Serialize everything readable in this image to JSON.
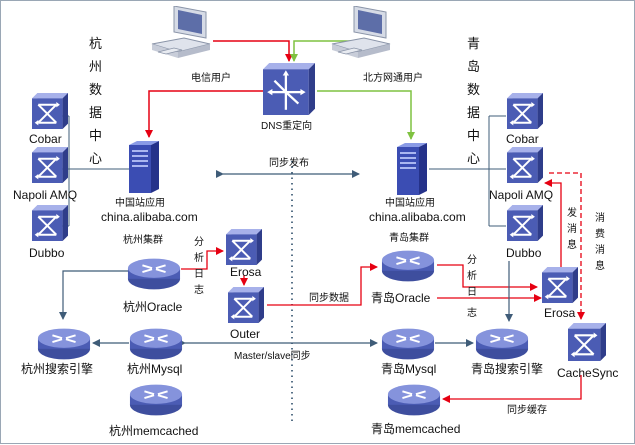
{
  "colors": {
    "red": "#e60012",
    "green": "#7fc241",
    "dark": "#2f4f6b",
    "node_fill": "#4a5aa8",
    "node_fill_light": "#7f8fd6",
    "server_fill": "#3a4cb0"
  },
  "users": {
    "telecom": "电信用户",
    "north": "北方网通用户"
  },
  "dns_label": "DNS重定向",
  "hangzhou": {
    "title_chars": [
      "杭",
      "州",
      "数",
      "据",
      "中",
      "心"
    ],
    "middleware": [
      "Cobar",
      "Napoli  AMQ",
      "Dubbo"
    ],
    "app_name": "中国站应用",
    "app_domain": "china.alibaba.com",
    "cluster": "杭州集群",
    "log_chars": [
      "分",
      "析",
      "日",
      "志"
    ],
    "erosa": "Erosa",
    "outer": "Outer",
    "oracle": "杭州Oracle",
    "mysql": "杭州Mysql",
    "search": "杭州搜索引擎",
    "memcached": "杭州memcached"
  },
  "qingdao": {
    "title_chars": [
      "青",
      "岛",
      "数",
      "据",
      "中",
      "心"
    ],
    "middleware": [
      "Cobar",
      "Napoli  AMQ",
      "Dubbo"
    ],
    "app_name": "中国站应用",
    "app_domain": "china.alibaba.com",
    "cluster": "青岛集群",
    "log_chars": [
      "分",
      "析",
      "日",
      "志"
    ],
    "send_msg_chars": [
      "发",
      "消",
      "息"
    ],
    "consume_msg_chars": [
      "消",
      "费",
      "消",
      "息"
    ],
    "erosa": "Erosa",
    "cachesync": "CacheSync",
    "oracle": "青岛Oracle",
    "mysql": "青岛Mysql",
    "search": "青岛搜索引擎",
    "memcached": "青岛memcached"
  },
  "links": {
    "sync_release": "同步发布",
    "sync_data": "同步数据",
    "master_slave": "Master/slave同步",
    "sync_cache": "同步缓存"
  },
  "icons": {
    "switch": "switch-icon",
    "router": "router-icon",
    "server": "server-icon",
    "computer": "computer-icon",
    "dns": "dns-router-icon"
  }
}
